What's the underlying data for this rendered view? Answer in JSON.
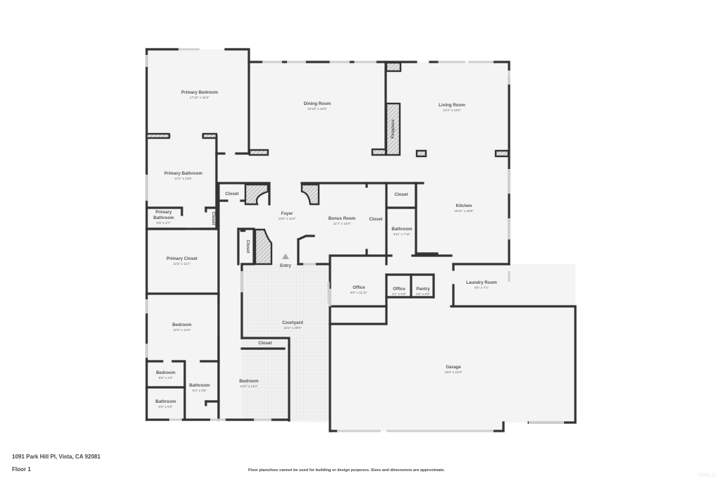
{
  "property": {
    "address": "1091 Park Hill Pl, Vista, CA 92081",
    "floor_label": "Floor 1",
    "disclaimer": "Floor plans/tour cannot be used for building or design purposes. Sizes and dimensions are approximate.",
    "watermark": "CRMLS"
  },
  "colors": {
    "wall": "#333333",
    "floor": "#f4f4f4",
    "window": "#d6d6d6",
    "courtyard": "#efefef"
  },
  "rooms": {
    "primary_bedroom": {
      "name": "Primary Bedroom",
      "dims": "17'10\" x 18'4\""
    },
    "dining_room": {
      "name": "Dining Room",
      "dims": "23'10\" x 15'0\""
    },
    "living_room": {
      "name": "Living Room",
      "dims": "21'4\" x 16'5\""
    },
    "fireplace": {
      "name": "Fireplace"
    },
    "primary_bathroom": {
      "name": "Primary Bathroom",
      "dims": "12'2\" x 16'5\""
    },
    "primary_bathroom_small": {
      "name_line1": "Primary",
      "name_line2": "Bathroom",
      "dims": "5'9\" x 3'7\""
    },
    "closet_a": {
      "name": "Closet"
    },
    "closet_b": {
      "name": "Closet"
    },
    "closet_c": {
      "name": "Closet"
    },
    "foyer": {
      "name": "Foyer",
      "dims": "10'0\" x 11'8\""
    },
    "bonus_room": {
      "name": "Bonus Room",
      "dims": "11'7\" x 13'8\""
    },
    "closet_bonus": {
      "name": "Closet"
    },
    "closet_kitchen": {
      "name": "Closet"
    },
    "bathroom_center": {
      "name": "Bathroom",
      "dims": "4'11\" x 7'11\""
    },
    "kitchen": {
      "name": "Kitchen",
      "dims": "15'11\" x 18'6\""
    },
    "primary_closet": {
      "name": "Primary Closet",
      "dims": "12'2\" x 11'1\""
    },
    "entry": {
      "name": "Entry"
    },
    "office_large": {
      "name": "Office",
      "dims": "9'8\" x 11'11\""
    },
    "office_small": {
      "name": "Office",
      "dims": "4'1\" x 5'0\""
    },
    "pantry": {
      "name": "Pantry",
      "dims": "3'6\" x 5'0\""
    },
    "laundry_room": {
      "name": "Laundry Room",
      "dims": "9'5\" x 7'1\""
    },
    "courtyard": {
      "name": "Courtyard",
      "dims": "15'2\" x 29'5\""
    },
    "bedroom_west": {
      "name": "Bedroom",
      "dims": "12'2\" x 11'9\""
    },
    "closet_court": {
      "name": "Closet"
    },
    "garage": {
      "name": "Garage",
      "dims": "43'0\" x 21'9\""
    },
    "bedroom_small": {
      "name": "Bedroom",
      "dims": "6'5\" x 4'4\""
    },
    "bathroom_mid": {
      "name": "Bathroom",
      "dims": "5'4\" x 9'9\""
    },
    "bedroom_south": {
      "name": "Bedroom",
      "dims": "14'0\" x 14'0\""
    },
    "bathroom_sw": {
      "name": "Bathroom",
      "dims": "6'5\" x 5'0\""
    }
  }
}
